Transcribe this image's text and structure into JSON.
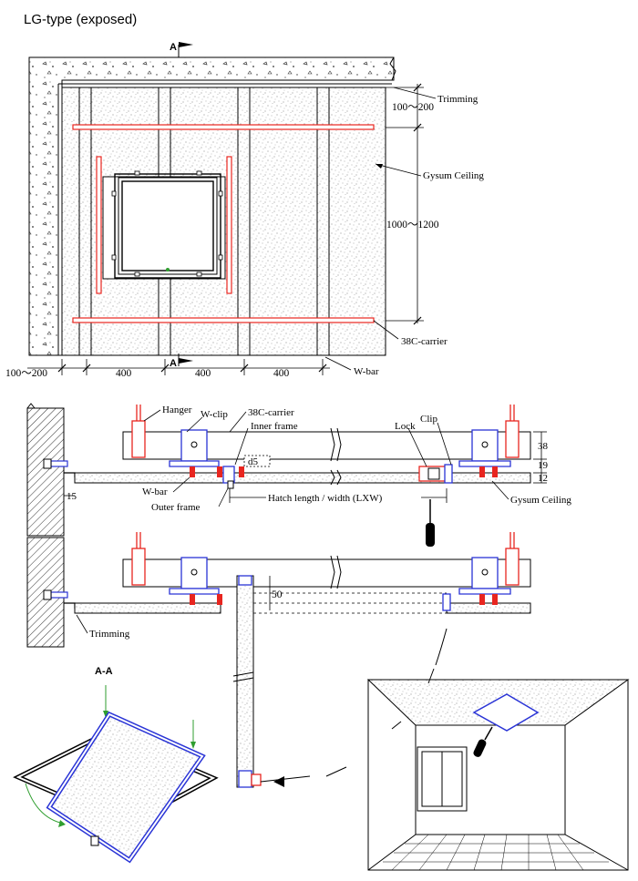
{
  "title": "LG-type (exposed)",
  "plan": {
    "section_marker": "A",
    "labels": {
      "trimming": "Trimming",
      "gap_top": "100～200",
      "gypsum": "Gysum Ceiling",
      "span": "1000～1200",
      "carrier": "38C-carrier",
      "wbar": "W-bar"
    },
    "bottom_dims": [
      "100～200",
      "400",
      "400",
      "400"
    ]
  },
  "section": {
    "labels": {
      "hanger": "Hanger",
      "wclip": "W-clip",
      "carrier": "38C-carrier",
      "inner_frame": "Inner frame",
      "lock": "Lock",
      "clip": "Clip",
      "wbar": "W-bar",
      "outer_frame": "Outer frame",
      "hatch": "Hatch length / width (LXW)",
      "gypsum": "Gysum Ceiling",
      "d5": "d5",
      "dim15": "15",
      "dim38": "38",
      "dim19": "19",
      "dim12": "12",
      "dim50": "50",
      "trimming": "Trimming"
    }
  },
  "detail": {
    "label": "A-A"
  },
  "colors": {
    "red": "#e8251f",
    "blue": "#2a34d6",
    "green": "#2f9e2f",
    "black": "#000000"
  }
}
